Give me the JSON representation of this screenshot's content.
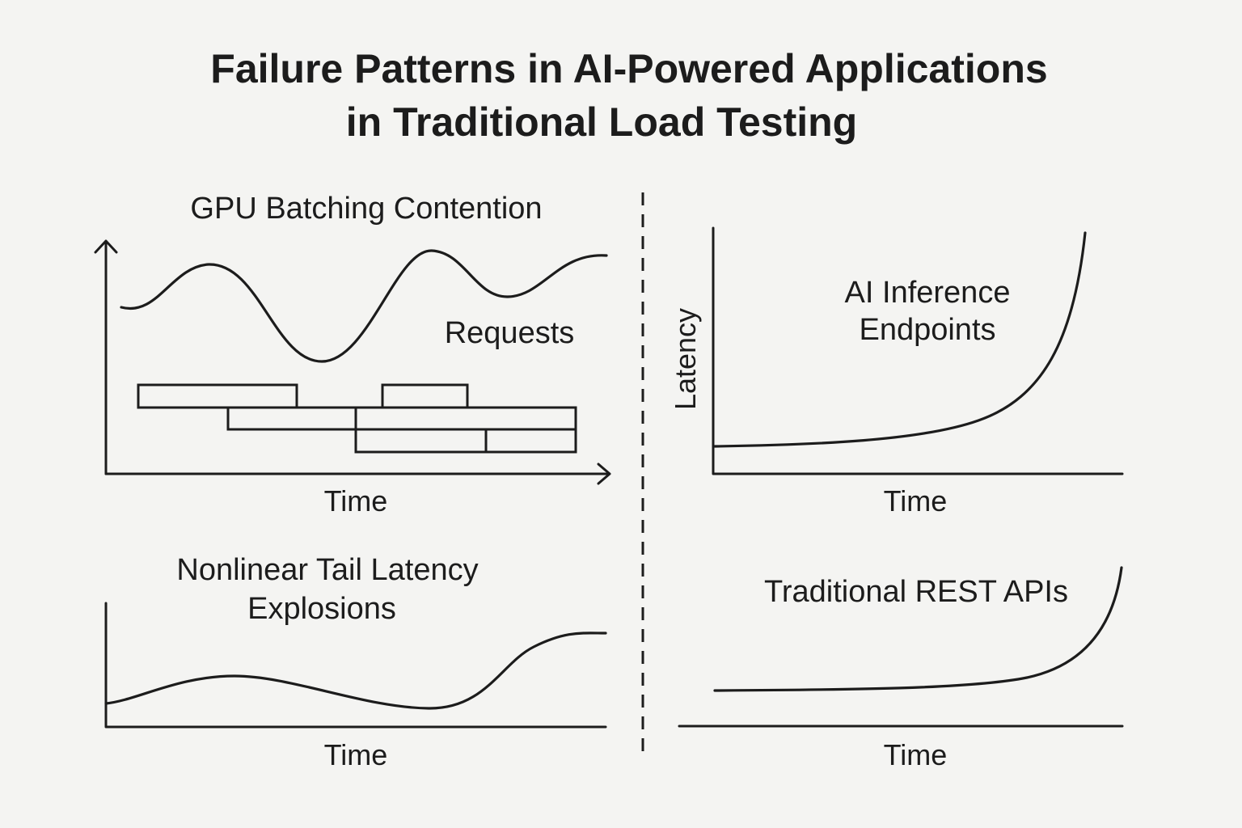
{
  "title": {
    "line1": "Failure Patterns in AI-Powered Applications",
    "line2": "in Traditional Load Testing"
  },
  "panels": {
    "gpu_batching": {
      "title": "GPU Batching Contention",
      "curve_label": "Requests",
      "x_label": "Time"
    },
    "ai_inference": {
      "title_line1": "AI Inference",
      "title_line2": "Endpoints",
      "y_label": "Latency",
      "x_label": "Time"
    },
    "tail_latency": {
      "title_line1": "Nonlinear Tail Latency",
      "title_line2": "Explosions",
      "x_label": "Time"
    },
    "rest_apis": {
      "title": "Traditional REST APIs",
      "x_label": "Time"
    }
  },
  "colors": {
    "background": "#f4f4f2",
    "ink": "#1c1c1c"
  }
}
